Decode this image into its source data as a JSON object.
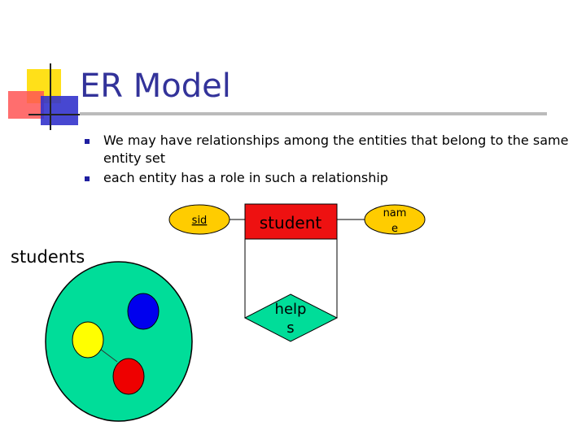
{
  "slide": {
    "title": "ER Model",
    "bullets": [
      "We may have relationships among the entities that belong to the same entity set",
      "each entity has a role in such a relationship"
    ]
  },
  "diagram": {
    "entity_set_label": "students",
    "entity": "student",
    "attributes": {
      "left": "sid",
      "right_line1": "nam",
      "right_line2": "e"
    },
    "relationship": {
      "line1": "help",
      "line2": "s"
    },
    "colors": {
      "title": "#33339a",
      "bullet": "#1f1fa0",
      "entity_fill": "#ee1111",
      "attribute_fill": "#ffcc00",
      "relationship_fill": "#00dd99",
      "set_fill": "#00dd99",
      "member_blue": "#0000ee",
      "member_yellow": "#ffff00",
      "member_red": "#ee0000"
    }
  }
}
